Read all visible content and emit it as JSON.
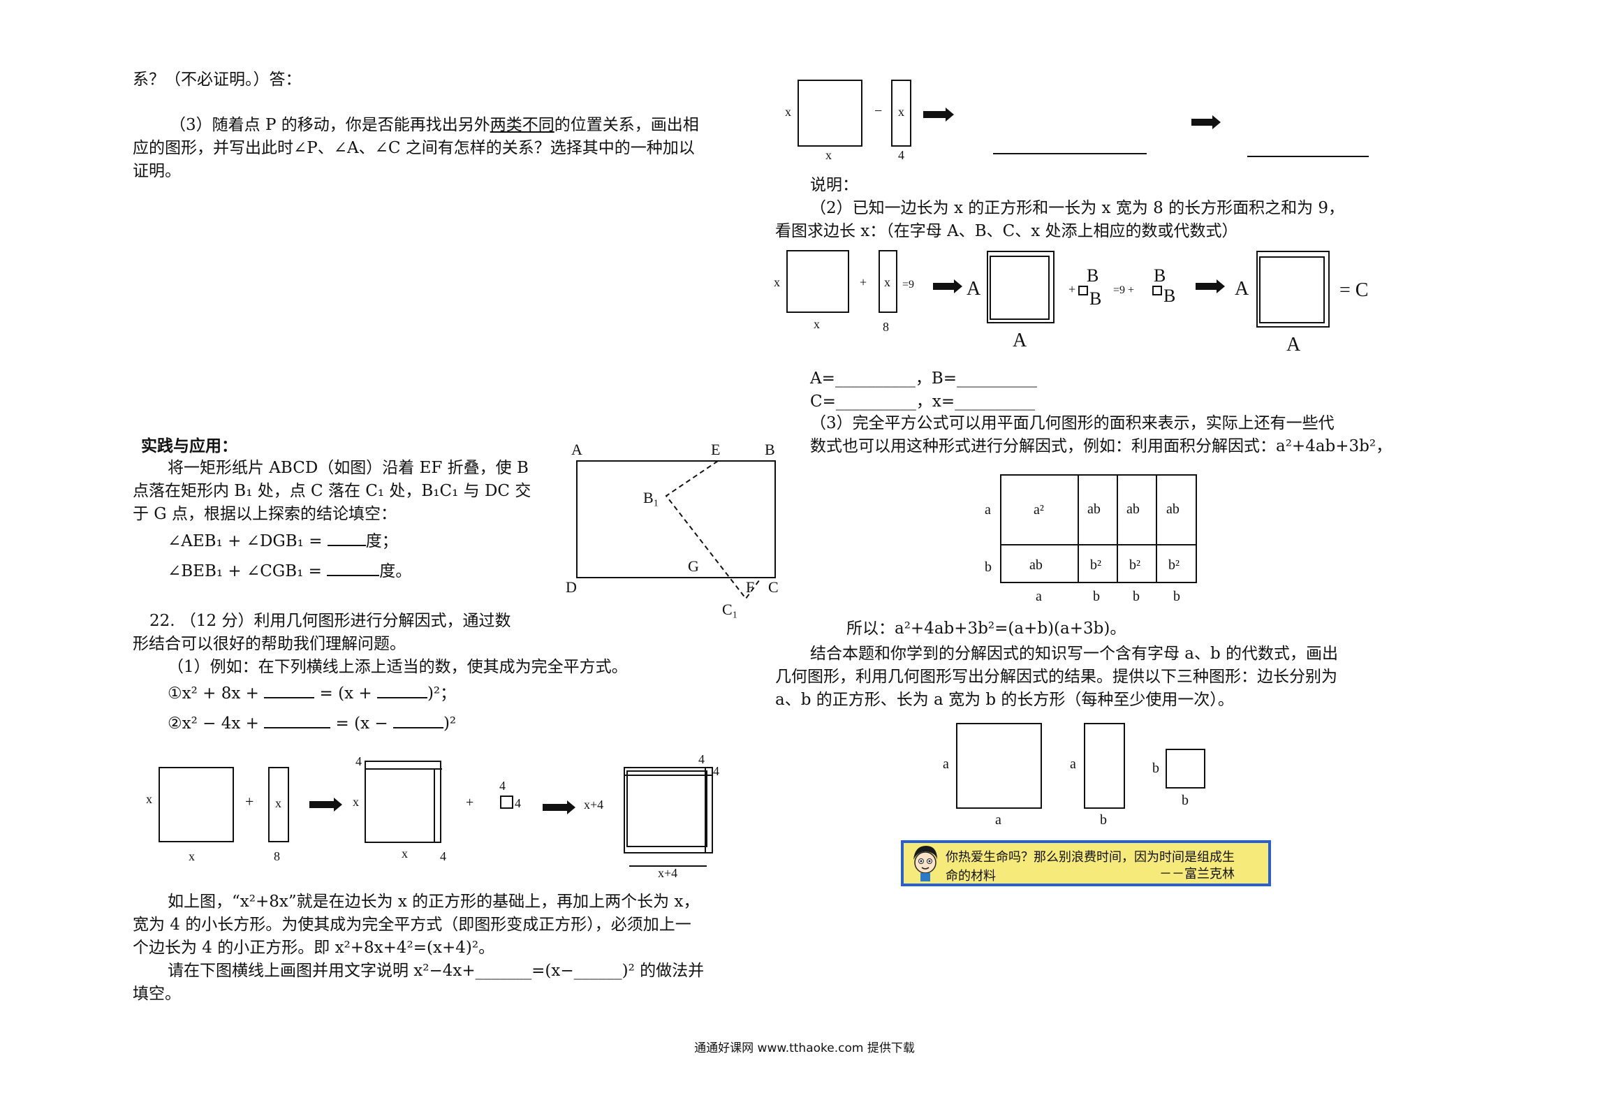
{
  "left": {
    "l1": "系？（不必证明。）答：",
    "q3a_pre": "（3）随着点 P 的移动，你是否能再找出另外",
    "q3a_u": "两类不同",
    "q3a_post": "的位置关系，画出相",
    "q3b": "应的图形，并写出此时∠P、∠A、∠C 之间有怎样的关系？选择其中的一种加以",
    "q3c": "证明。",
    "practice_title": "实践与应用：",
    "p1": "将一矩形纸片 ABCD（如图）沿着 EF 折叠，使 B",
    "p2": "点落在矩形内 B₁ 处，点 C 落在 C₁ 处，B₁C₁ 与 DC 交",
    "p3": "于 G 点，根据以上探索的结论填空：",
    "f1": "∠AEB₁ + ∠DGB₁ =",
    "f1_unit": "度；",
    "f2": "∠BEB₁ + ∠CGB₁ =",
    "f2_unit": "度。",
    "q22a": "22. （12 分）利用几何图形进行分解因式，通过数",
    "q22b": "形结合可以很好的帮助我们理解问题。",
    "q22_1": "（1）例如：在下列横线上添上适当的数，使其成为完全平方式。",
    "e1_a": "①x² + 8x +",
    "e1_b": "= (x +",
    "e1_c": ")²；",
    "e2_a": "②x² − 4x +",
    "e2_b": "= (x −",
    "e2_c": ")²",
    "ex1": "如上图，“x²+8x”就是在边长为 x 的正方形的基础上，再加上两个长为 x，",
    "ex2": "宽为 4 的小长方形。为使其成为完全平方式（即图形变成正方形），必须加上一",
    "ex3": "个边长为 4 的小正方形。即 x²+8x+4²=(x+4)²。",
    "ex4": "请在下图横线上画图并用文字说明  x²−4x+_______=(x−______)² 的做法并",
    "ex5": "填空。"
  },
  "rect_fig": {
    "A": "A",
    "E": "E",
    "B": "B",
    "B1": "B₁",
    "G": "G",
    "D": "D",
    "F": "F",
    "C": "C",
    "C1": "C₁"
  },
  "fig1": {
    "x": "x",
    "eight": "8",
    "four": "4",
    "x4": "x+4",
    "plus": "+"
  },
  "right": {
    "shuoming": "说明：",
    "q2a": "（2）已知一边长为 x 的正方形和一长为 x 宽为 8 的长方形面积之和为 9，",
    "q2b": "看图求边长 x：（在字母 A、B、C、x 处添上相应的数或代数式）",
    "a_line": "A=__________，B=__________",
    "c_line": "C=__________，x=__________",
    "q3a": "（3）完全平方公式可以用平面几何图形的面积来表示，实际上还有一些代",
    "q3b": "数式也可以用这种形式进行分解因式，例如：利用面积分解因式：a²+4ab+3b²，",
    "so": "所以：a²+4ab+3b²=(a+b)(a+3b)。",
    "r1": "结合本题和你学到的分解因式的知识写一个含有字母 a、b 的代数式，画出",
    "r2": "几何图形，利用几何图形写出分解因式的结果。提供以下三种图形：边长分别为",
    "r3": "a、b 的正方形、长为 a 宽为 b 的长方形（每种至少使用一次）。"
  },
  "fig2": {
    "x": "x",
    "four": "4",
    "minus": "−"
  },
  "fig3": {
    "x": "x",
    "eight": "8",
    "eq9": "=9",
    "A": "A",
    "B": "B",
    "eqB": "=9 +",
    "C": "= C",
    "plus": "+"
  },
  "grid": {
    "a": "a",
    "b": "b",
    "a2": "a²",
    "ab": "ab",
    "b2": "b²"
  },
  "shapes": {
    "a": "a",
    "b": "b"
  },
  "banner": {
    "l1": "你热爱生命吗？那么别浪费时间，因为时间是组成生",
    "l2": "命的材料",
    "author": "－－富兰克林"
  },
  "footer": "通通好课网  www.tthaoke.com  提供下载"
}
